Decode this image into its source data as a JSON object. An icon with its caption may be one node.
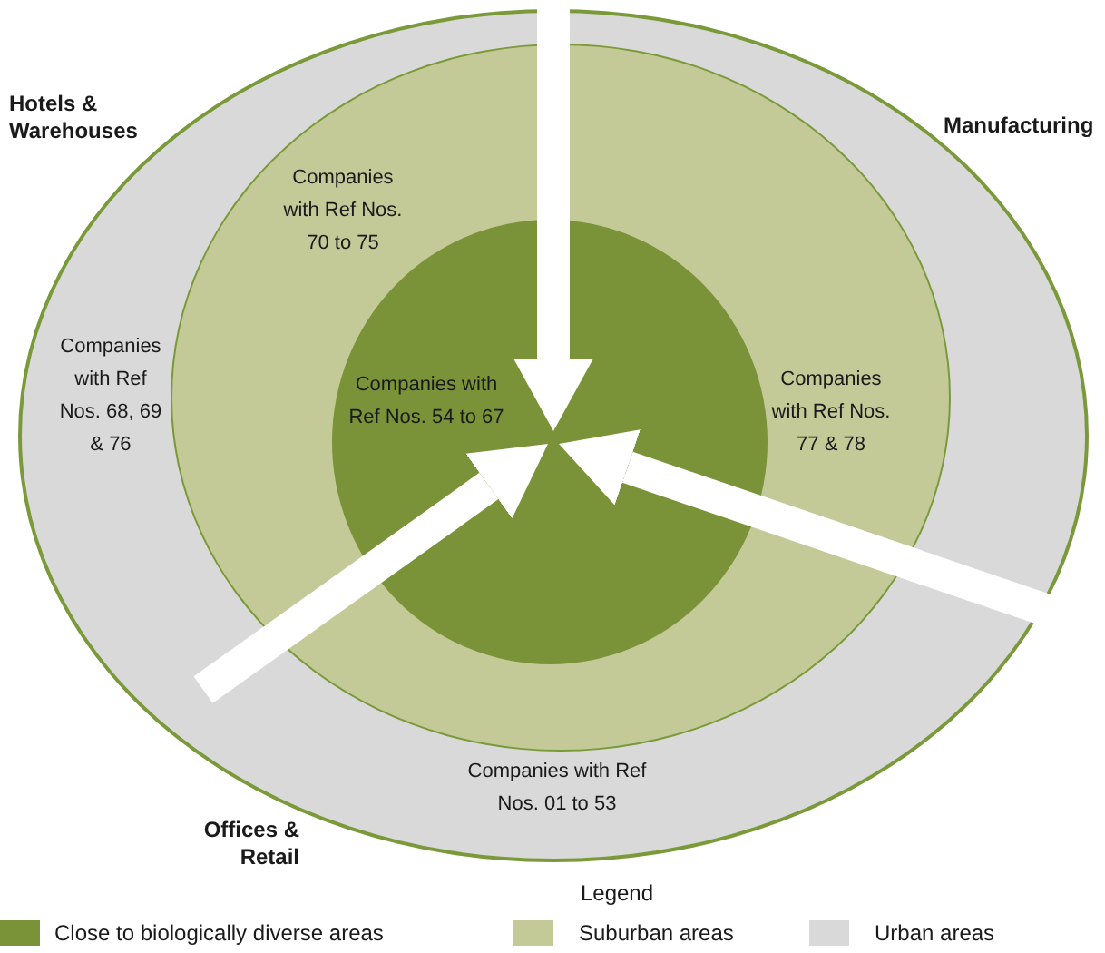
{
  "diagram": {
    "nodes": [
      {
        "text": [
          "Companies with Ref Nos. 68, 69 & 76",
          "Companies with Ref Nos. 01 to 53"
        ]
      },
      {
        "text": [
          "Companies with Ref Nos. 70 to 75",
          "Companies with Ref Nos. 77 & 78"
        ],
        "in": 0
      },
      {
        "text": [
          "Companies with Ref Nos. 54 to 67"
        ],
        "in": 1
      }
    ],
    "edges": [
      {
        "from": null,
        "to": 2,
        "arrow": "to"
      },
      {
        "from": null,
        "to": 2,
        "arrow": "to"
      },
      {
        "from": null,
        "to": 2,
        "arrow": "to"
      }
    ],
    "labels": [
      "Hotels & Warehouses",
      "Manufacturing",
      "Offices & Retail",
      "Legend"
    ],
    "legend": [
      {
        "text": "Close to biologically diverse areas",
        "color": "#7a9238"
      },
      {
        "text": "Suburban areas",
        "color": "#c3ca98"
      },
      {
        "text": "Urban areas",
        "color": "#d9d9d9"
      }
    ]
  }
}
